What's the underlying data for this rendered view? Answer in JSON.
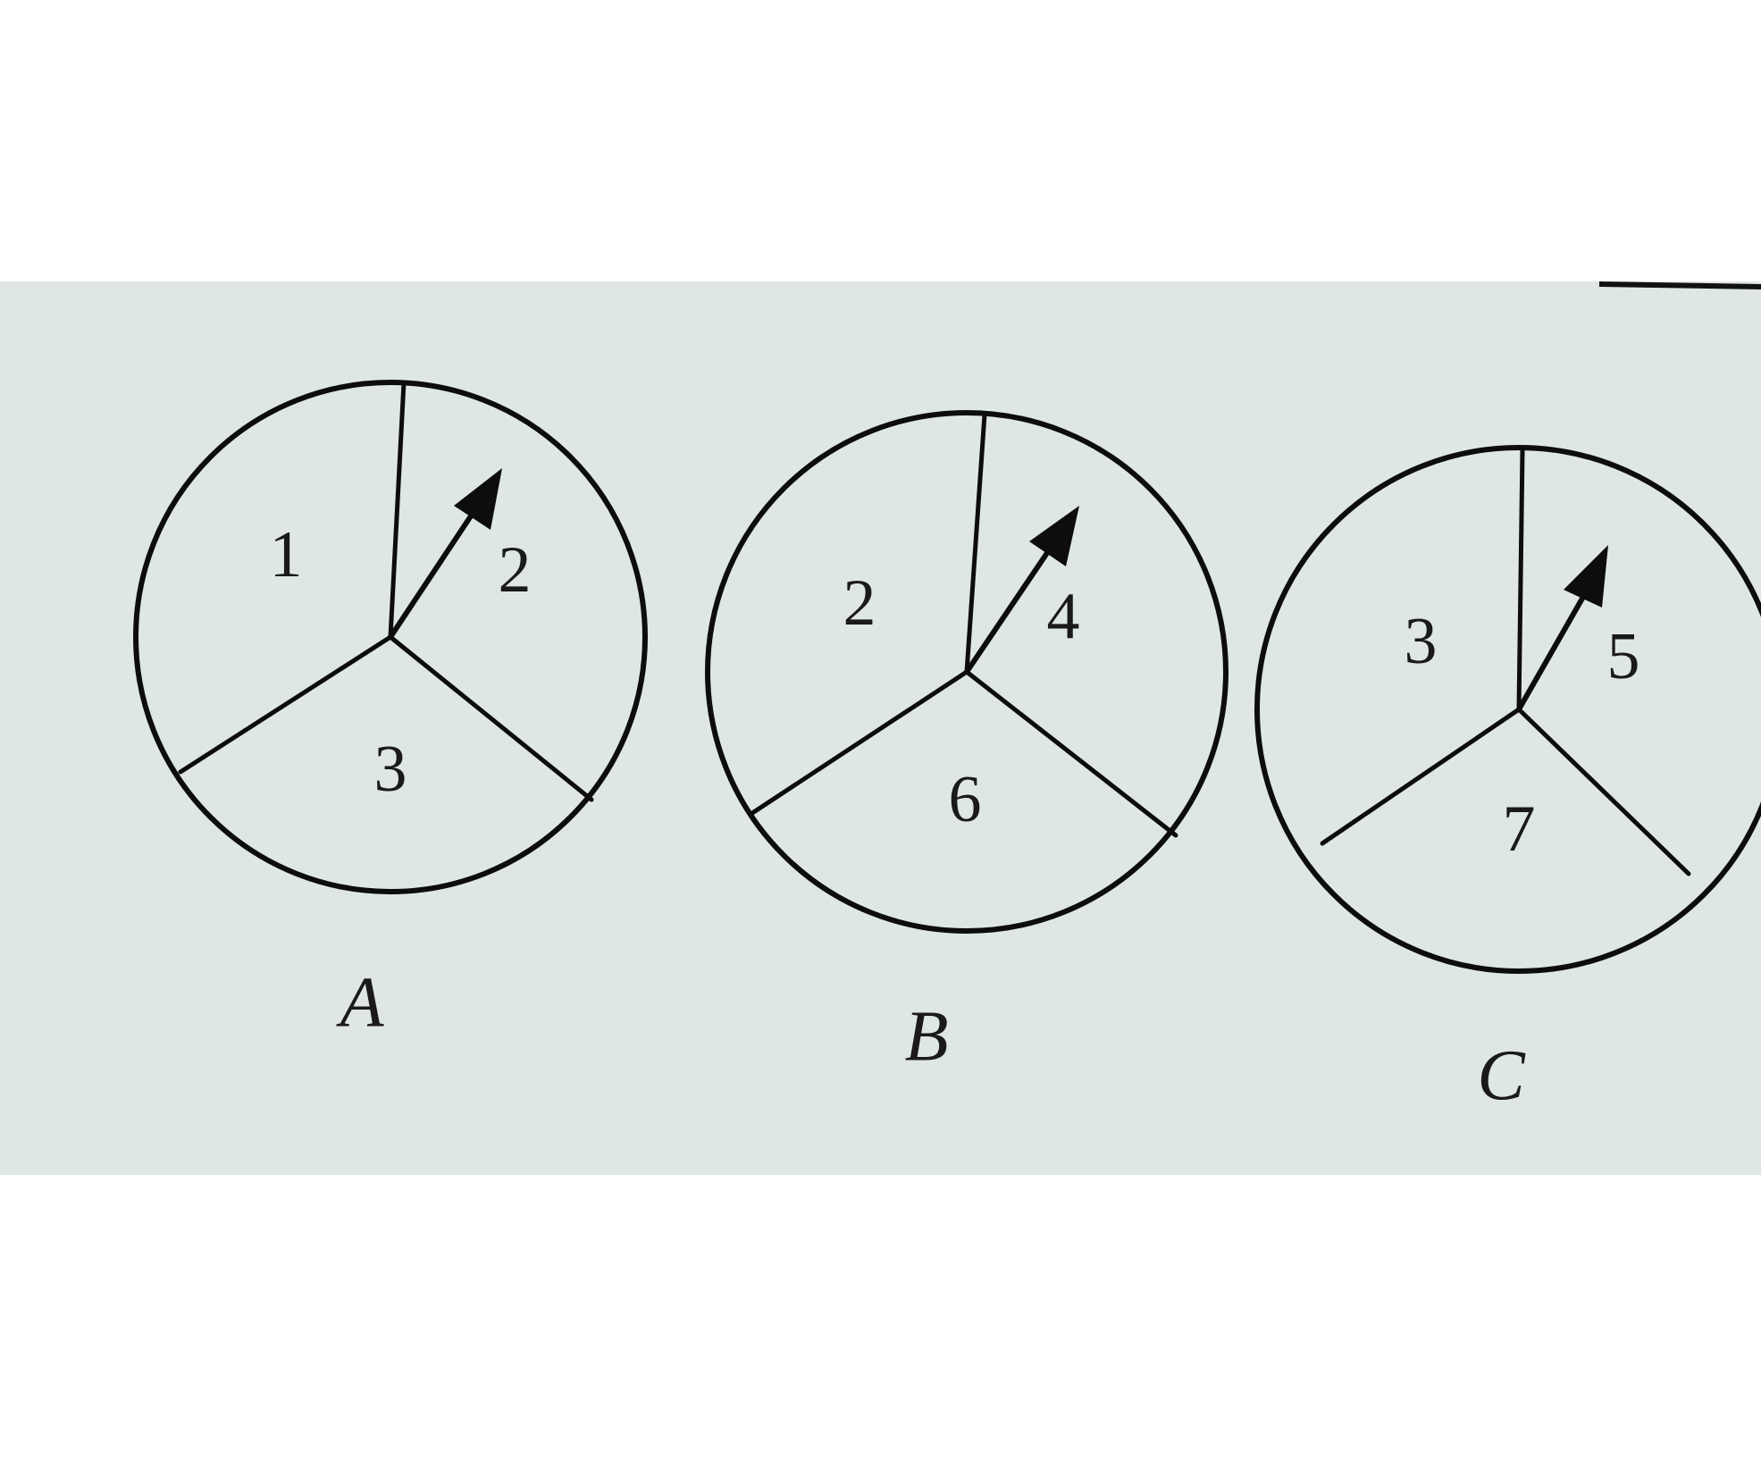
{
  "figure": {
    "background_color": "#ffffff",
    "paper_color": "#dfe6e6",
    "ink_color": "#0d0d0d",
    "spinners": [
      {
        "caption": "A",
        "sectors": [
          "1",
          "2",
          "3"
        ]
      },
      {
        "caption": "B",
        "sectors": [
          "2",
          "4",
          "6"
        ]
      },
      {
        "caption": "C",
        "sectors": [
          "3",
          "5",
          "7"
        ]
      }
    ]
  }
}
